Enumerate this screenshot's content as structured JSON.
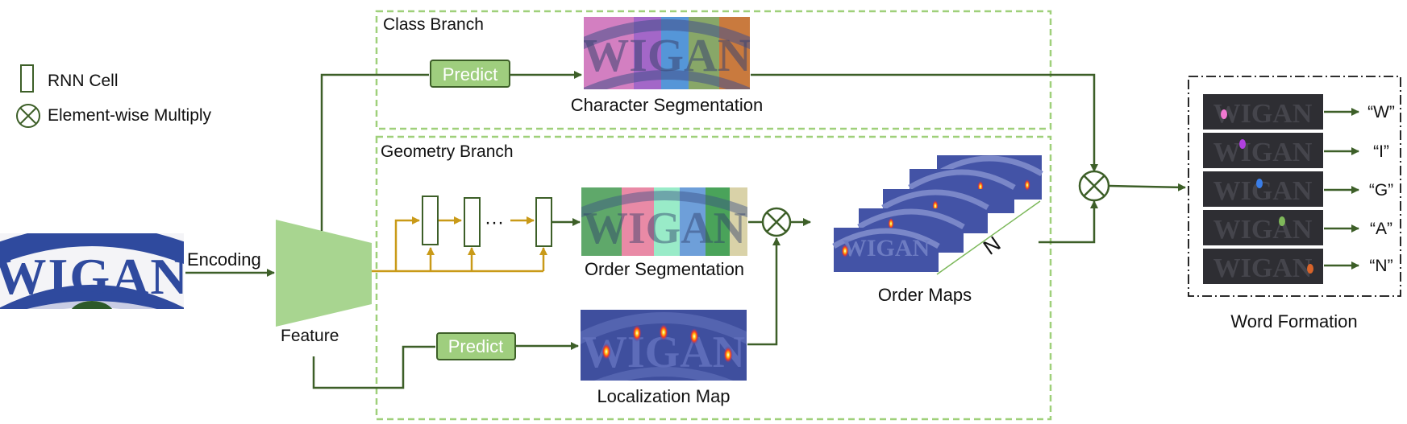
{
  "legend": {
    "rnn_cell": "RNN Cell",
    "multiply": "Element-wise Multiply"
  },
  "input": {
    "word": "WIGAN",
    "encoding_label": "Encoding",
    "feature_label": "Feature"
  },
  "class_branch": {
    "title": "Class Branch",
    "predict_label": "Predict",
    "output_label": "Character Segmentation"
  },
  "geometry_branch": {
    "title": "Geometry Branch",
    "ellipsis": "···",
    "order_seg_label": "Order Segmentation",
    "predict_label": "Predict",
    "loc_map_label": "Localization Map"
  },
  "order_maps": {
    "label": "Order Maps",
    "count_label": "N"
  },
  "word_formation": {
    "label": "Word Formation",
    "outputs": [
      "“W”",
      "“I”",
      "“G”",
      "“A”",
      "“N”"
    ]
  },
  "colors": {
    "arrow_green": "#3d5f28",
    "rnn_gold": "#c99a18",
    "predict_fill": "#9fce7e",
    "feature_fill": "#a8d590",
    "branch_border": "#9fd07a",
    "heat_blue": "#3f4f9e"
  }
}
